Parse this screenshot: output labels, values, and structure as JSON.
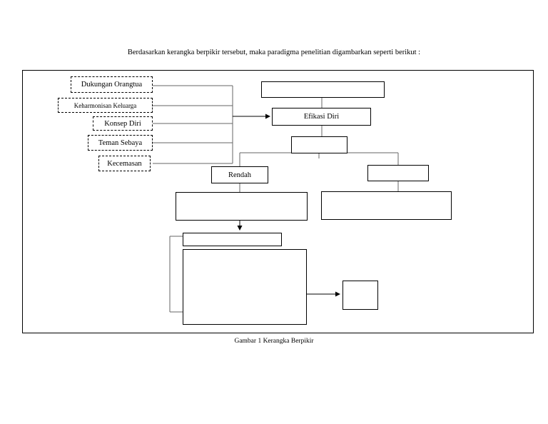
{
  "intro_text": "Berdasarkan kerangka berpikir tersebut, maka paradigma penelitian digambarkan seperti berikut :",
  "factors": [
    {
      "label": "Dukungan Orangtua"
    },
    {
      "label": "Keharmonisan Keluarga"
    },
    {
      "label": "Konsep Diri"
    },
    {
      "label": "Teman Sebaya"
    },
    {
      "label": "Kecemasan"
    }
  ],
  "nodes": {
    "top_blank": "",
    "efikasi": "Efikasi Diri",
    "level_blank": "",
    "rendah": "Rendah",
    "right_branch": "",
    "left_detail": "",
    "right_detail": "",
    "bottom_title": "",
    "bottom_body": "",
    "outcome": ""
  },
  "caption": "Gambar 1 Kerangka Berpikir"
}
